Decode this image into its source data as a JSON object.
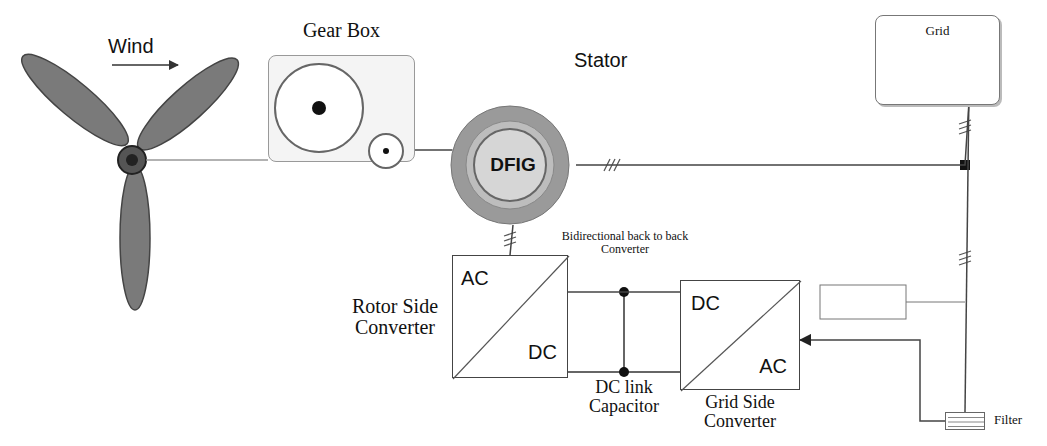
{
  "diagram": {
    "nodes": [
      {
        "text": [
          "Gear Box"
        ]
      },
      {
        "text": [
          "DFIG"
        ]
      },
      {
        "text": [
          "Grid"
        ]
      },
      {
        "text": [
          "AC",
          "DC",
          "Rotor Side Converter"
        ]
      },
      {
        "text": [
          "DC",
          "AC",
          "Grid Side Converter"
        ]
      },
      {
        "text": [
          "Filter"
        ]
      }
    ],
    "edges": [
      {
        "from": 0,
        "to": 1,
        "arrow": "none"
      },
      {
        "from": 1,
        "to": 2,
        "arrow": "none"
      },
      {
        "from": 1,
        "to": 3,
        "arrow": "none"
      },
      {
        "from": 3,
        "to": 4,
        "arrow": "none"
      },
      {
        "from": 5,
        "to": 4,
        "arrow": "to"
      },
      {
        "from": 5,
        "to": 2,
        "arrow": "none"
      }
    ],
    "labels": [
      "Wind",
      "Stator",
      "Bidirectional back to back Converter",
      "DC link Capacitor"
    ]
  }
}
